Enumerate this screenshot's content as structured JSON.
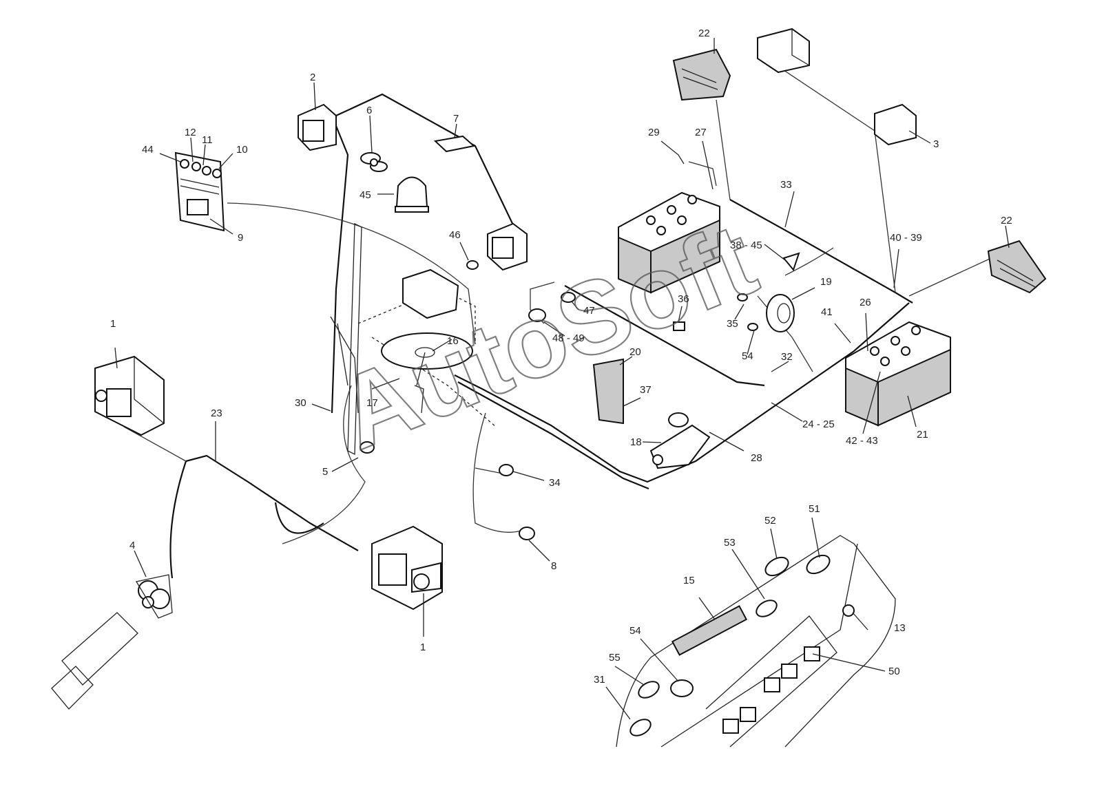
{
  "watermark": "AutoSoft",
  "callouts": [
    "1",
    "2",
    "3",
    "4",
    "5",
    "6",
    "7",
    "8",
    "9",
    "10",
    "11",
    "12",
    "13",
    "15",
    "16",
    "17",
    "18",
    "19",
    "20",
    "21",
    "22",
    "23",
    "24 - 25",
    "26",
    "27",
    "28",
    "29",
    "30",
    "31",
    "32",
    "33",
    "34",
    "35",
    "36",
    "37",
    "38 - 45",
    "40 - 39",
    "41",
    "42 - 43",
    "44",
    "45",
    "46",
    "47",
    "48 - 49",
    "50",
    "51",
    "52",
    "53",
    "54",
    "55"
  ]
}
